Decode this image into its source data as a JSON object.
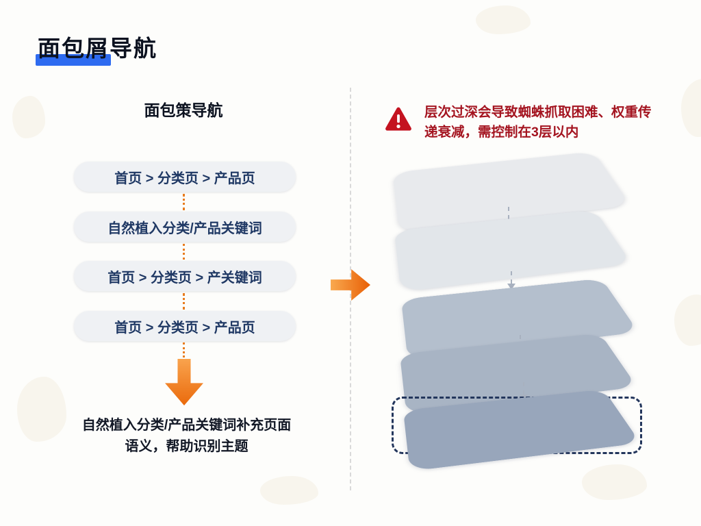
{
  "colors": {
    "accent_orange": "#ED7D31",
    "warning_red": "#A41420",
    "navy_text": "#1F3864",
    "highlight_blue": "#2E6BF0",
    "pill_background": "#EFF1F4",
    "divider_gray": "#D9D9D9",
    "dashed_box_navy": "#23365C"
  },
  "icons": {
    "warning": "exclamation-triangle",
    "flow_down": "block-arrow-down",
    "flow_right": "block-arrow-right",
    "stack_connector": "dashed-arrow-down"
  },
  "title": "面包屑导航",
  "left": {
    "subtitle": "面包策导航",
    "pills": [
      "首页 > 分类页 > 产品页",
      "自然植入分类/产品关键词",
      "首页 > 分类页 > 产关键词",
      "首页 > 分类页 > 产品页"
    ],
    "caption_line1": "自然植入分类/产品关键词补充页面",
    "caption_line2": "语义，帮助识别主题"
  },
  "right": {
    "warning_text": "层次过深会导致蜘蛛抓取困难、权重传递衰减，需控制在3层以内",
    "layers": [
      {
        "name": "layer-1",
        "color": "#E8EAED"
      },
      {
        "name": "layer-2",
        "color": "#E2E6EA"
      },
      {
        "name": "layer-3",
        "color": "#B4BFCD"
      },
      {
        "name": "layer-4",
        "color": "#A8B4C4"
      },
      {
        "name": "layer-5",
        "color": "#98A6BB"
      }
    ]
  }
}
